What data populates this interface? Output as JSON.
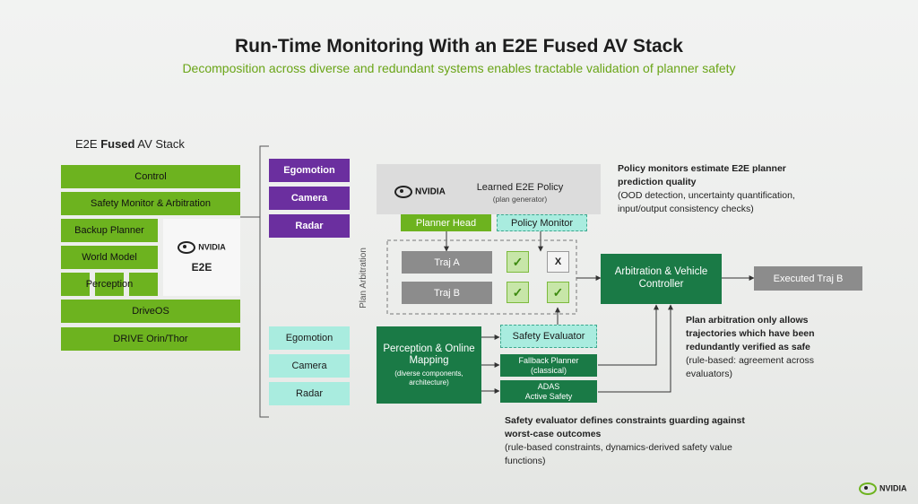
{
  "title": "Run-Time Monitoring With an E2E Fused AV Stack",
  "subtitle": "Decomposition across diverse and redundant systems enables tractable validation of planner safety",
  "stack": {
    "title_prefix": "E2E ",
    "title_bold": "Fused",
    "title_suffix": " AV Stack",
    "layers": [
      "Control",
      "Safety Monitor & Arbitration",
      "Backup Planner",
      "World Model",
      "Perception",
      "DriveOS",
      "DRIVE Orin/Thor"
    ],
    "e2e_logo": "NVIDIA",
    "e2e_label": "E2E"
  },
  "sensors_primary": [
    "Egomotion",
    "Camera",
    "Radar"
  ],
  "sensors_secondary": [
    "Egomotion",
    "Camera",
    "Radar"
  ],
  "policy": {
    "logo": "NVIDIA",
    "title": "Learned E2E Policy",
    "subtitle": "(plan generator)",
    "planner_head": "Planner Head",
    "policy_monitor": "Policy Monitor"
  },
  "plan_arbitration_label": "Plan Arbitration",
  "trajectories": [
    "Traj A",
    "Traj B"
  ],
  "marks": {
    "check": "✓",
    "cross": "X"
  },
  "arbiter": "Arbitration & Vehicle Controller",
  "executed": "Executed Traj B",
  "perception_mapping": {
    "title": "Perception & Online Mapping",
    "sub": "(diverse components, architecture)"
  },
  "safety_evaluator": "Safety Evaluator",
  "fallback": {
    "title": "Fallback Planner",
    "sub": "(classical)"
  },
  "adas": {
    "line1": "ADAS",
    "line2": "Active Safety"
  },
  "notes": {
    "policy_monitors_bold": "Policy monitors estimate E2E planner prediction quality",
    "policy_monitors_text": "(OOD detection, uncertainty quantification, input/output consistency checks)",
    "plan_arbitration_bold": "Plan arbitration only allows trajectories which have been redundantly verified as safe",
    "plan_arbitration_text": "(rule-based: agreement across evaluators)",
    "safety_evaluator_bold": "Safety evaluator defines constraints guarding against worst-case outcomes",
    "safety_evaluator_text": "(rule-based constraints, dynamics-derived safety value functions)"
  },
  "footer_logo": "NVIDIA",
  "colors": {
    "green": "#6db31f",
    "purple": "#6b2f9f",
    "mint": "#a9ecdf",
    "dark_green": "#1a7a46",
    "gray": "#8c8c8c",
    "accent_text": "#6aa517"
  }
}
